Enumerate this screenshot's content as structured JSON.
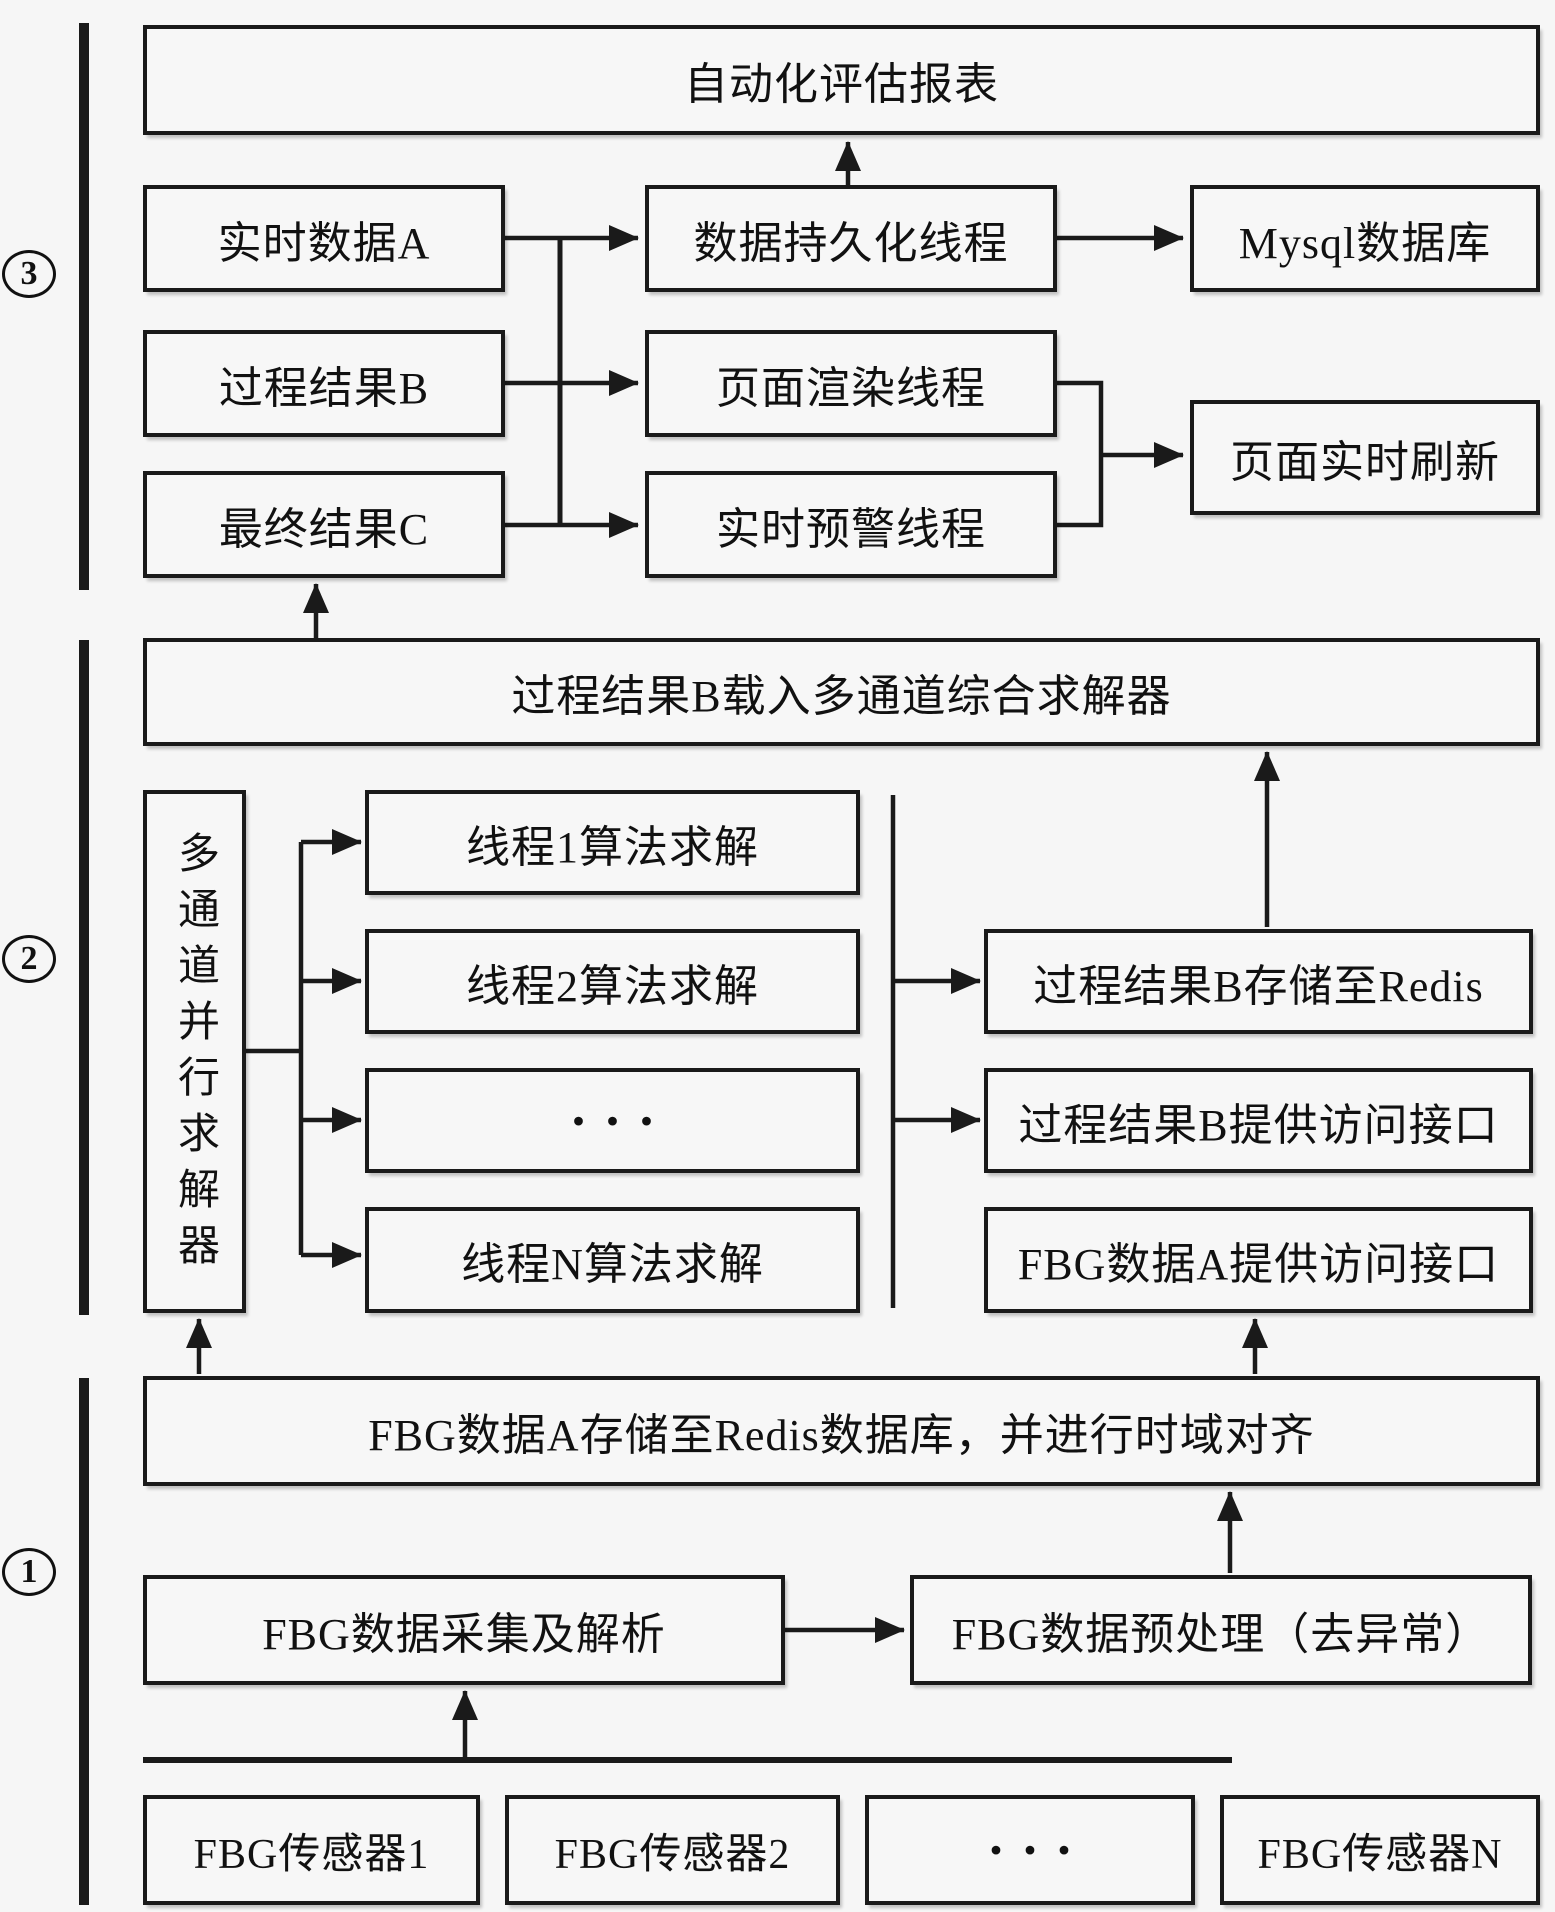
{
  "page": {
    "background": "#f6f6f6",
    "line_color": "#1a1a1a"
  },
  "section3": {
    "marker": "3",
    "report_bar": "自动化评估报表",
    "realtime_data_a": "实时数据A",
    "persist_thread": "数据持久化线程",
    "mysql_db": "Mysql数据库",
    "process_result_b": "过程结果B",
    "render_thread": "页面渲染线程",
    "final_result_c": "最终结果C",
    "alert_thread": "实时预警线程",
    "page_refresh": "页面实时刷新"
  },
  "section2": {
    "marker": "2",
    "loader_bar": "过程结果B载入多通道综合求解器",
    "parallel_solver": "多通道并行求解器",
    "thread_1": "线程1算法求解",
    "thread_2": "线程2算法求解",
    "thread_dots": "···",
    "thread_n": "线程N算法求解",
    "store_redis": "过程结果B存储至Redis",
    "result_b_api": "过程结果B提供访问接口",
    "fbg_data_api": "FBG数据A提供访问接口"
  },
  "section1": {
    "marker": "1",
    "store_bar": "FBG数据A存储至Redis数据库，并进行时域对齐",
    "collect_parse": "FBG数据采集及解析",
    "preprocess": "FBG数据预处理（去异常）",
    "sensor_1": "FBG传感器1",
    "sensor_2": "FBG传感器2",
    "sensor_dots": "···",
    "sensor_n": "FBG传感器N"
  }
}
